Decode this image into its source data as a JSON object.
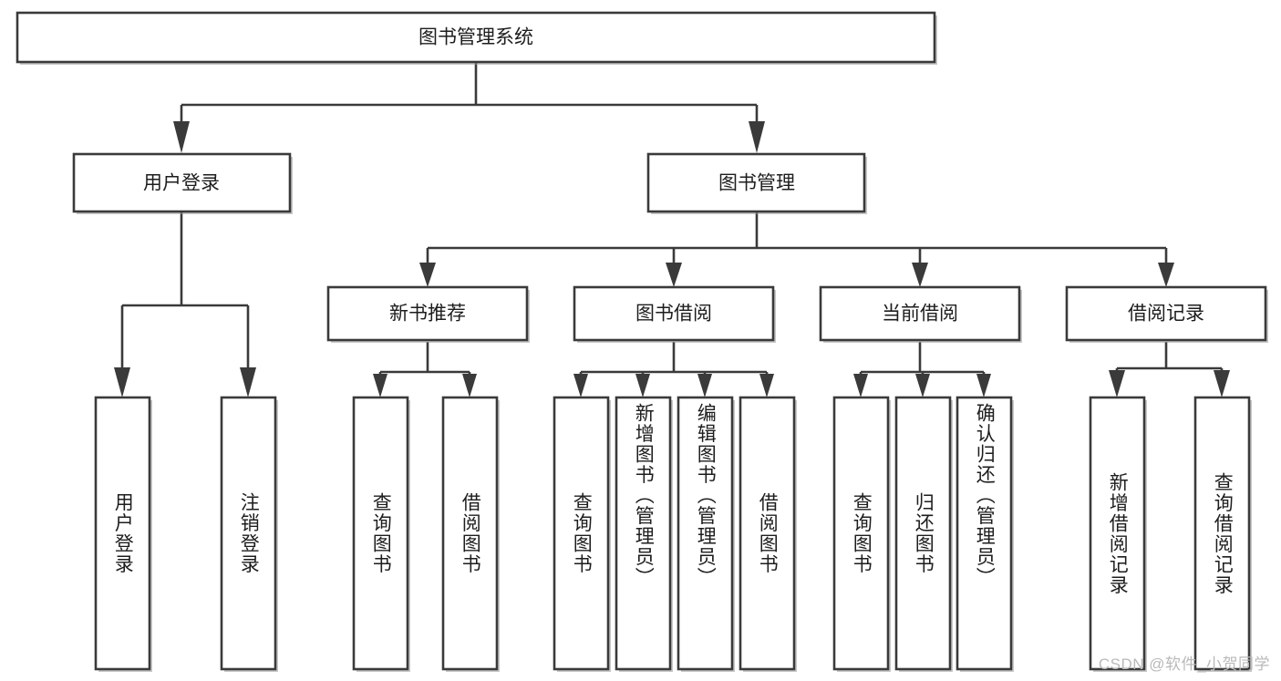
{
  "diagram": {
    "type": "tree-hierarchy",
    "title": "图书管理系统",
    "colors": {
      "box_stroke": "#3a3a3a",
      "box_fill": "#ffffff",
      "connector": "#3a3a3a",
      "text": "#1d1d1d",
      "watermark": "#b9b9b9",
      "background": "#ffffff"
    },
    "root": {
      "label": "图书管理系统"
    },
    "level2": [
      {
        "label": "用户登录"
      },
      {
        "label": "图书管理"
      }
    ],
    "level3": [
      {
        "label": "新书推荐"
      },
      {
        "label": "图书借阅"
      },
      {
        "label": "当前借阅"
      },
      {
        "label": "借阅记录"
      }
    ],
    "leaves": {
      "user_login": [
        {
          "label": "用户登录"
        },
        {
          "label": "注销登录"
        }
      ],
      "new_book_recommend": [
        {
          "label": "查询图书"
        },
        {
          "label": "借阅图书"
        }
      ],
      "book_borrow": [
        {
          "label": "查询图书"
        },
        {
          "label": "新增图书（管理员）"
        },
        {
          "label": "编辑图书（管理员）"
        },
        {
          "label": "借阅图书"
        }
      ],
      "current_borrow": [
        {
          "label": "查询图书"
        },
        {
          "label": "归还图书"
        },
        {
          "label": "确认归还（管理员）"
        }
      ],
      "borrow_record": [
        {
          "label": "新增借阅记录"
        },
        {
          "label": "查询借阅记录"
        }
      ]
    }
  },
  "watermark": {
    "text": "CSDN @软件_小贺同学"
  }
}
